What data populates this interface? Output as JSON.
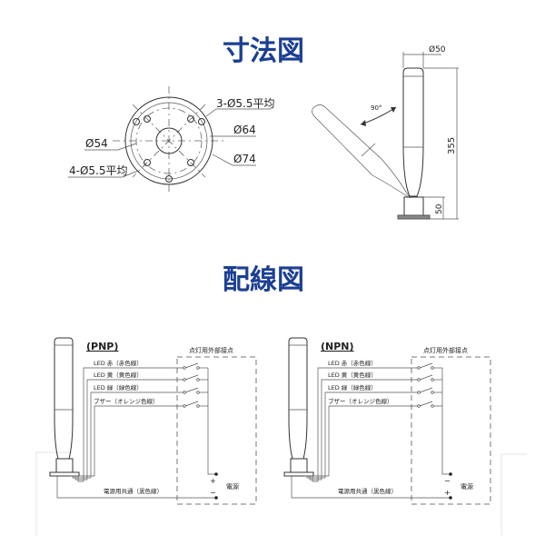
{
  "titles": {
    "dimensions": "寸法図",
    "wiring": "配線図"
  },
  "dimensions": {
    "base_labels": {
      "holes_3": "3-Ø5.5平均",
      "d64": "Ø64",
      "d54": "Ø54",
      "d74": "Ø74",
      "holes_4": "4-Ø5.5平均"
    },
    "side_labels": {
      "diameter": "Ø50",
      "height": "355",
      "base_height": "50",
      "angle": "90°"
    }
  },
  "wiring": {
    "diagrams": [
      {
        "type": "(PNP)",
        "upper_terminal": "+",
        "lower_terminal": "−"
      },
      {
        "type": "(NPN)",
        "upper_terminal": "−",
        "lower_terminal": "+"
      }
    ],
    "contact_box_label": "点灯用外部接点",
    "wires": [
      "LED 赤（赤色線）",
      "LED 黄（黄色線）",
      "LED 緑（緑色線）",
      "ブザー（オレンジ色線）"
    ],
    "common_wire": "電源用共通（黒色線）",
    "power_label": "電源"
  }
}
